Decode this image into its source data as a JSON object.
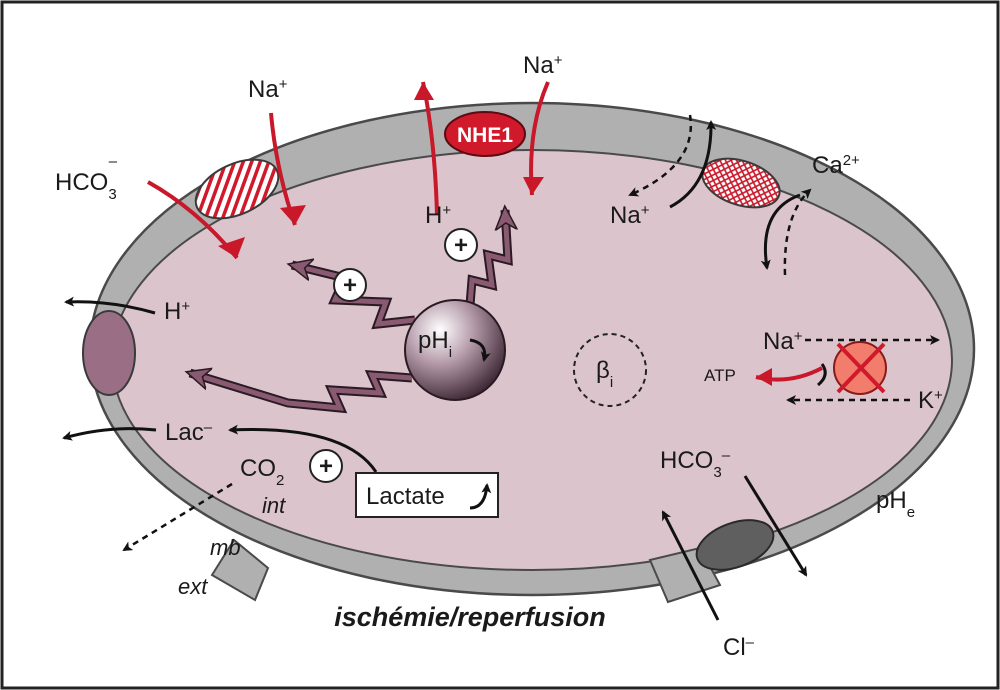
{
  "diagram": {
    "title": "ischémie/reperfusion",
    "compartments": {
      "intracellular": "int",
      "membrane": "mb",
      "extracellular": "ext"
    },
    "transporters": {
      "nhe1": {
        "label": "NHE1",
        "color": "#d0192b"
      },
      "na_hco3_cotransporter": {
        "pattern": "striped",
        "color": "#d0192b"
      },
      "ncx": {
        "pattern": "crosshatch",
        "color": "#c8182a"
      },
      "mct": {
        "color": "#9a6f86"
      },
      "anion_exchanger": {
        "color": "#5f5f5f"
      },
      "na_k_atpase": {
        "label": "ATP",
        "inhibited": true,
        "color": "#f27d6d"
      }
    },
    "ions": {
      "na_top_left": {
        "base": "Na",
        "sup": "+"
      },
      "na_top_right": {
        "base": "Na",
        "sup": "+"
      },
      "hco3_left": {
        "base": "HCO",
        "sub": "3",
        "sup": "–"
      },
      "h_nhe": {
        "base": "H",
        "sup": "+"
      },
      "h_left": {
        "base": "H",
        "sup": "+"
      },
      "na_ncx": {
        "base": "Na",
        "sup": "+"
      },
      "ca_ncx": {
        "base": "Ca",
        "sup": "2+"
      },
      "na_pump": {
        "base": "Na",
        "sup": "+"
      },
      "k_pump": {
        "base": "K",
        "sup": "+"
      },
      "lac": {
        "base": "Lac",
        "sup": "–"
      },
      "co2": {
        "base": "CO",
        "sub": "2"
      },
      "hco3_right": {
        "base": "HCO",
        "sub": "3",
        "sup": "–"
      },
      "cl": {
        "base": "Cl",
        "sup": "–"
      }
    },
    "center": {
      "base": "pH",
      "sub": "i"
    },
    "buffer": {
      "base": "β",
      "sub": "i"
    },
    "external_ph": {
      "base": "pH",
      "sub": "e"
    },
    "lactate_box": {
      "label": "Lactate"
    },
    "stimulation_symbol": "+",
    "colors": {
      "cytoplasm": "#dcc4cd",
      "membrane": "#b0b0b0",
      "red_arrow": "#c8182a",
      "zigzag": "#8a5a72",
      "frame": "#222222"
    }
  }
}
